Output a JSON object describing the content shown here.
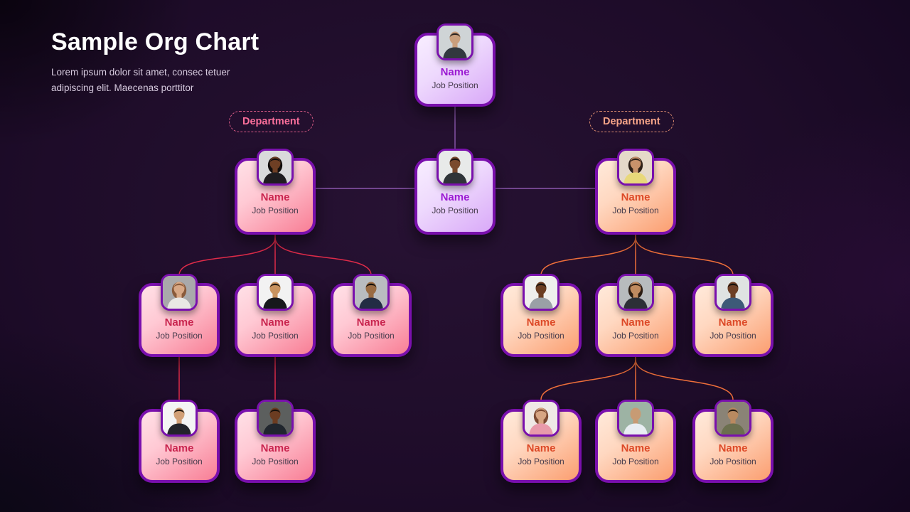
{
  "slide": {
    "title": "Sample Org Chart",
    "subtitle_line1": "Lorem ipsum dolor sit amet, consec tetuer",
    "subtitle_line2": "adipiscing elit. Maecenas porttitor"
  },
  "labels": {
    "department_left": "Department",
    "department_right": "Department"
  },
  "colors": {
    "background": "#1e0c29",
    "card_border": "#7a10ad",
    "purple_accent": "#9b1ad2",
    "pink_accent": "#c9254f",
    "orange_accent": "#dd4a28",
    "connector_purple": "#8b57ae",
    "connector_red": "#de2b49",
    "connector_orange": "#ee6f3a",
    "dept_left_text": "#fb6f9b",
    "dept_right_text": "#f6a488"
  },
  "nodes": [
    {
      "name": "Name",
      "position": "Job Position",
      "theme": "purple",
      "avatar": {
        "bg": "#cfd4d6",
        "skin": "#c99e7c",
        "hair": "#2a2320",
        "top": "#32383f"
      }
    },
    {
      "name": "Name",
      "position": "Job Position",
      "theme": "pink",
      "avatar": {
        "bg": "#d9dadb",
        "skin": "#6e3f24",
        "hair": "#120e0d",
        "top": "#1f1d20",
        "long": true
      }
    },
    {
      "name": "Name",
      "position": "Job Position",
      "theme": "purple",
      "avatar": {
        "bg": "#e8eae9",
        "skin": "#7a4a2e",
        "hair": "#171210",
        "top": "#2f3438"
      }
    },
    {
      "name": "Name",
      "position": "Job Position",
      "theme": "orange",
      "avatar": {
        "bg": "#e5d9c9",
        "skin": "#c8926b",
        "hair": "#2e2118",
        "top": "#e8d87a",
        "long": true
      }
    },
    {
      "name": "Name",
      "position": "Job Position",
      "theme": "pink",
      "avatar": {
        "bg": "#a9a9ab",
        "skin": "#d8a886",
        "hair": "#8a5a3a",
        "top": "#e9e7e4",
        "long": true
      }
    },
    {
      "name": "Name",
      "position": "Job Position",
      "theme": "pink",
      "avatar": {
        "bg": "#f2f2f2",
        "skin": "#c9935f",
        "hair": "#241a12",
        "top": "#17181c"
      }
    },
    {
      "name": "Name",
      "position": "Job Position",
      "theme": "pink",
      "avatar": {
        "bg": "#b9bcc0",
        "skin": "#9a6b42",
        "hair": "#14100c",
        "top": "#232c44"
      }
    },
    {
      "name": "Name",
      "position": "Job Position",
      "theme": "orange",
      "avatar": {
        "bg": "#efefed",
        "skin": "#6b3d22",
        "hair": "#1a1410",
        "top": "#9aa0a6"
      }
    },
    {
      "name": "Name",
      "position": "Job Position",
      "theme": "orange",
      "avatar": {
        "bg": "#b7bbbd",
        "skin": "#c08b60",
        "hair": "#2b1c12",
        "top": "#2c2f36",
        "long": true
      }
    },
    {
      "name": "Name",
      "position": "Job Position",
      "theme": "orange",
      "avatar": {
        "bg": "#dfe3e2",
        "skin": "#6e4026",
        "hair": "#15100c",
        "top": "#3d5a78"
      }
    },
    {
      "name": "Name",
      "position": "Job Position",
      "theme": "pink",
      "avatar": {
        "bg": "#f4f4f4",
        "skin": "#d2a077",
        "hair": "#1c150f",
        "top": "#23242a"
      }
    },
    {
      "name": "Name",
      "position": "Job Position",
      "theme": "pink",
      "avatar": {
        "bg": "#5c5f5e",
        "skin": "#6b3c21",
        "hair": "#14100c",
        "top": "#20262e"
      }
    },
    {
      "name": "Name",
      "position": "Job Position",
      "theme": "orange",
      "avatar": {
        "bg": "#efe9e6",
        "skin": "#d7a583",
        "hair": "#7c4a33",
        "top": "#e89aab",
        "long": true
      }
    },
    {
      "name": "Name",
      "position": "Job Position",
      "theme": "orange",
      "avatar": {
        "bg": "#9db3a4",
        "skin": "#c79b74",
        "hair": "#c79b74",
        "top": "#e8edf2",
        "bald": true
      }
    },
    {
      "name": "Name",
      "position": "Job Position",
      "theme": "orange",
      "avatar": {
        "bg": "#8a8376",
        "skin": "#b98a60",
        "hair": "#1f1812",
        "top": "#6b6f4e"
      }
    }
  ]
}
